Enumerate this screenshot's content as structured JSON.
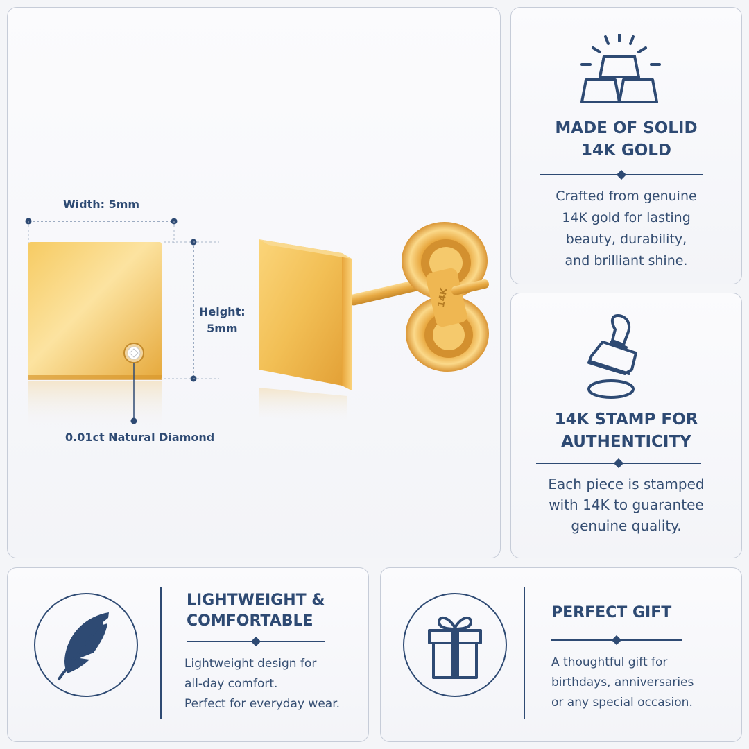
{
  "product": {
    "width_label": "Width: 5mm",
    "height_label_line1": "Height:",
    "height_label_line2": "5mm",
    "diamond_label": "0.01ct Natural Diamond",
    "stamp_text": "14K"
  },
  "features": {
    "gold": {
      "icon": "gold-bars-icon",
      "title_line1": "MADE OF SOLID",
      "title_line2": "14K GOLD",
      "desc_lines": [
        "Crafted from genuine",
        "14K gold for lasting",
        "beauty, durability,",
        "and brilliant shine."
      ]
    },
    "stamp": {
      "icon": "stamp-icon",
      "title_line1": "14K STAMP FOR",
      "title_line2": "AUTHENTICITY",
      "desc_lines": [
        "Each piece is stamped",
        "with 14K to guarantee",
        "genuine quality."
      ]
    },
    "lightweight": {
      "icon": "feather-icon",
      "title_line1": "LIGHTWEIGHT &",
      "title_line2": "COMFORTABLE",
      "desc_lines": [
        "Lightweight design for",
        "all-day comfort.",
        "Perfect for everyday wear."
      ]
    },
    "gift": {
      "icon": "gift-icon",
      "title": "PERFECT GIFT",
      "desc_lines": [
        "A thoughtful gift for",
        "birthdays, anniversaries",
        "or any special occasion."
      ]
    }
  },
  "colors": {
    "accent": "#2e4a73",
    "gold": "#e8b04a",
    "border": "#c6ccd8"
  }
}
